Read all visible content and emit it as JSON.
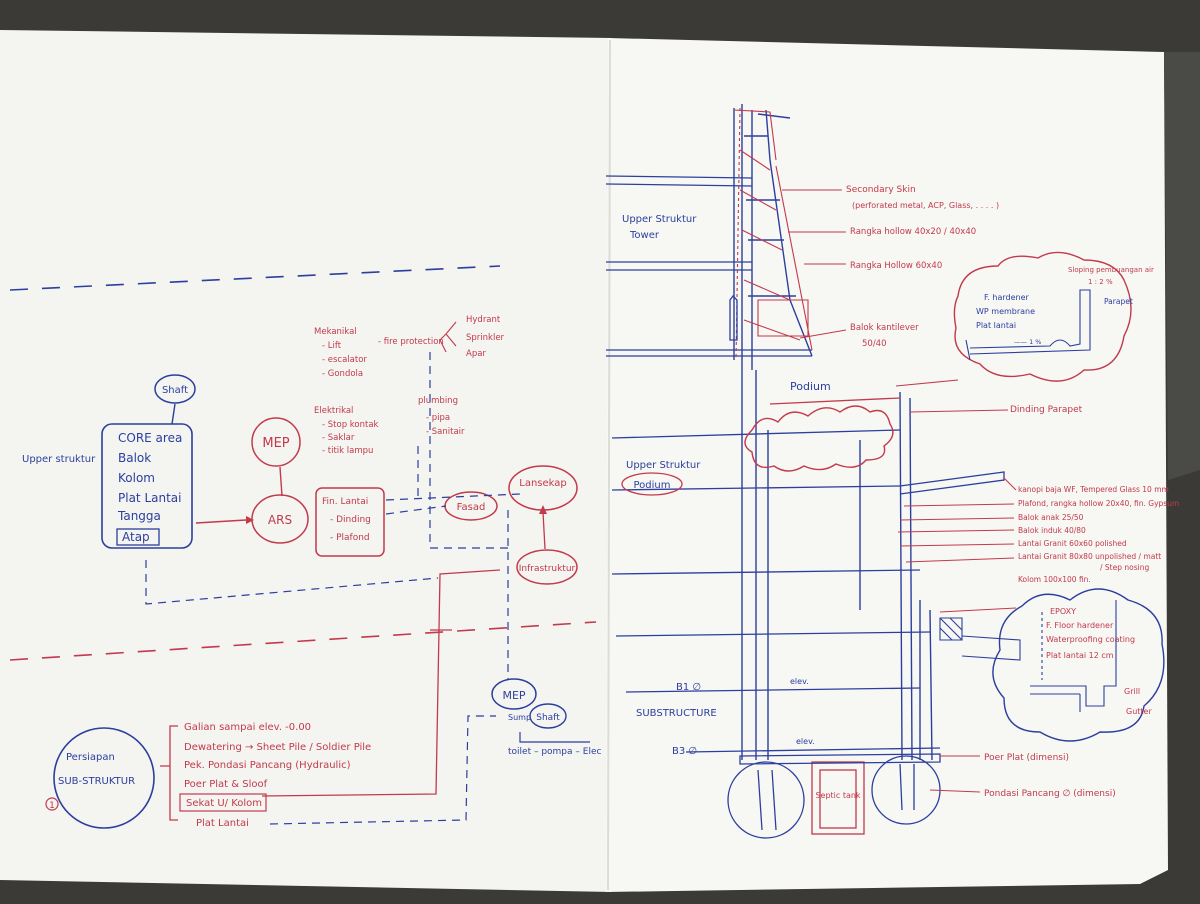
{
  "colors": {
    "red_ink": "#c23a4b",
    "blue_ink": "#2c3f9e",
    "paper": "#f6f6f3",
    "background": "#3b3a36"
  },
  "left_sheet": {
    "shaft": "Shaft",
    "upper_label": "Upper struktur",
    "upper_items": [
      "CORE area",
      "Balok",
      "Kolom",
      "Plat Lantai",
      "Tangga",
      "Atap"
    ],
    "mep": "MEP",
    "ars": "ARS",
    "mekanikal": {
      "title": "Mekanikal",
      "items": [
        "- Lift",
        "- escalator",
        "- Gondola"
      ],
      "fire": "- fire protection",
      "fire_items": [
        "Hydrant",
        "Sprinkler",
        "Apar"
      ]
    },
    "elektrikal": {
      "title": "Elektrikal",
      "items": [
        "- Stop kontak",
        "- Saklar",
        "- titik lampu"
      ]
    },
    "plumbing": {
      "title": "plumbing",
      "items": [
        "- pipa",
        "- Sanitair"
      ]
    },
    "finishing": {
      "title": "Fin. Lantai",
      "items": [
        "- Dinding",
        "- Plafond"
      ]
    },
    "fasad": "Fasad",
    "lansekap": "Lansekap",
    "infrastruktur": "Infrastruktur",
    "persiapan": "Persiapan",
    "sub_label": "SUB-STRUKTUR",
    "sub_number": "1",
    "sub_items": [
      "Galian sampai elev. -0.00",
      "Dewatering → Sheet Pile / Soldier Pile",
      "Pek. Pondasi Pancang (Hydraulic)",
      "Poer Plat & Sloof",
      "Sekat U/ Kolom",
      "Plat Lantai"
    ],
    "mep_sub": "MEP",
    "sump": "Sump",
    "shaft_sub": "Shaft",
    "toilet_row": "toilet – pompa – Elec"
  },
  "right_sheet": {
    "upper_label": "Upper Struktur",
    "upper_sub": "Tower",
    "podium_word": "Podium",
    "upper_podium_label": "Upper Struktur",
    "podium_oval": "Podium",
    "substructure": "SUBSTRUCTURE",
    "level_b1": "B1 ∅",
    "level_b3": "B3 ∅",
    "elev1": "elev.",
    "elev2": "elev.",
    "septic": "Septic tank",
    "annotations": [
      "Secondary Skin",
      "(perforated metal, ACP, Glass, . . . . )",
      "Rangka hollow 40x20 / 40x40",
      "Rangka Hollow 60x40",
      "Balok kantilever",
      "50/40",
      "Dinding Parapet",
      "kanopi baja WF, Tempered Glass 10 mm",
      "Plafond, rangka hollow 20x40, fin. Gypsum",
      "Balok anak 25/50",
      "Balok induk 40/80",
      "Lantai Granit 60x60 polished",
      "Lantai Granit 80x80 unpolished / matt",
      "/ Step nosing",
      "Kolom 100x100 fin.",
      "Poer Plat (dimensi)",
      "Pondasi Pancang ∅ (dimensi)"
    ],
    "detail_roof": {
      "title": "Sloping pembuangan air",
      "slope": "1 : 2 %",
      "items": [
        "F. hardener",
        "WP membrane",
        "Plat lantai"
      ],
      "parapet": "Parapet",
      "dim": "—— 1 %"
    },
    "detail_floor": {
      "items": [
        "EPOXY",
        "F. Floor hardener",
        "Waterproofing coating",
        "Plat lantai 12 cm"
      ],
      "grill": "Grill",
      "gutter": "Gutter"
    }
  }
}
